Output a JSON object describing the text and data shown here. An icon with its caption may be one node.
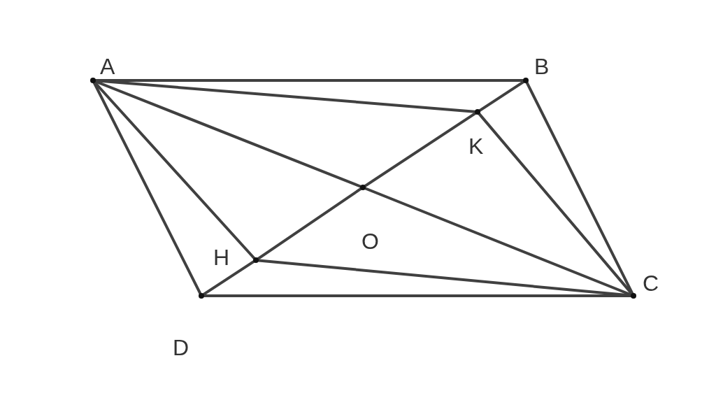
{
  "diagram": {
    "nodes": [
      {
        "text": [],
        "shape": "circle"
      },
      {
        "text": [],
        "shape": "circle"
      },
      {
        "text": [],
        "shape": "circle"
      },
      {
        "text": [],
        "shape": "circle"
      },
      {
        "text": [],
        "shape": "circle"
      },
      {
        "text": [],
        "shape": "circle"
      },
      {
        "text": [],
        "shape": "circle"
      }
    ],
    "edges": [
      {
        "from": 0,
        "to": 1,
        "arrow": "none"
      },
      {
        "from": 1,
        "to": 6,
        "arrow": "none"
      },
      {
        "from": 5,
        "to": 6,
        "arrow": "none"
      },
      {
        "from": 0,
        "to": 5,
        "arrow": "none"
      },
      {
        "from": 0,
        "to": 3,
        "arrow": "none"
      },
      {
        "from": 3,
        "to": 6,
        "arrow": "none"
      },
      {
        "from": 1,
        "to": 2,
        "arrow": "none"
      },
      {
        "from": 2,
        "to": 3,
        "arrow": "none"
      },
      {
        "from": 3,
        "to": 4,
        "arrow": "none"
      },
      {
        "from": 4,
        "to": 5,
        "arrow": "none"
      },
      {
        "from": 0,
        "to": 2,
        "arrow": "none"
      },
      {
        "from": 2,
        "to": 6,
        "arrow": "none"
      },
      {
        "from": 0,
        "to": 4,
        "arrow": "none"
      },
      {
        "from": 4,
        "to": 6,
        "arrow": "none"
      }
    ],
    "labels": [
      "A",
      "B",
      "K",
      "O",
      "H",
      "C",
      "D"
    ]
  }
}
